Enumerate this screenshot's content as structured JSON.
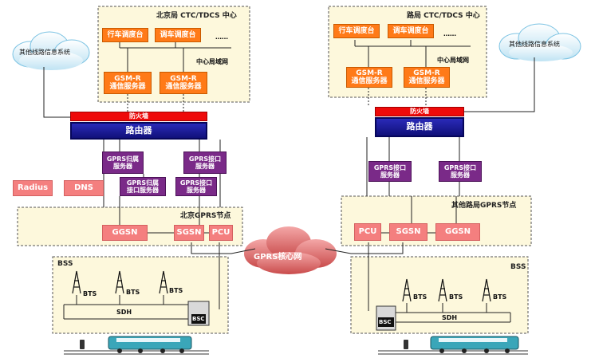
{
  "left_center": {
    "title": "北京局 CTC/TDCS 中心",
    "dispatch_1": "行车调度台",
    "dispatch_2": "调车调度台",
    "ellipsis": "……",
    "lan": "中心局域网",
    "gsmr_1": "GSM-R\n通信服务器",
    "gsmr_2": "GSM-R\n通信服务器"
  },
  "right_center": {
    "title": "路局 CTC/TDCS 中心",
    "dispatch_1": "行车调度台",
    "dispatch_2": "调车调度台",
    "ellipsis": "……",
    "lan": "中心局域网",
    "gsmr_1": "GSM-R\n通信服务器",
    "gsmr_2": "GSM-R\n通信服务器"
  },
  "clouds": {
    "left_other": "其他线路信息系统",
    "right_other": "其他线路信息系统",
    "core": "GPRS核心网"
  },
  "left_net": {
    "firewall": "防火墙",
    "router": "路由器",
    "gprs_home": "GPRS归属\n服务器",
    "gprs_if_top": "GPRS接口\n服务器",
    "radius": "Radius",
    "dns": "DNS",
    "gprs_home_if": "GPRS归属\n接口服务器",
    "gprs_if_bottom": "GPRS接口\n服务器",
    "node_title": "北京GPRS节点",
    "ggsn": "GGSN",
    "sgsn": "SGSN",
    "pcu": "PCU"
  },
  "right_net": {
    "firewall": "防火墙",
    "router": "路由器",
    "gprs_if_1": "GPRS接口\n服务器",
    "gprs_if_2": "GPRS接口\n服务器",
    "node_title": "其他路局GPRS节点",
    "pcu": "PCU",
    "sgsn": "SGSN",
    "ggsn": "GGSN"
  },
  "left_bss": {
    "title": "BSS",
    "bts": "BTS",
    "sdh": "SDH",
    "bsc": "BSC"
  },
  "right_bss": {
    "title": "BSS",
    "bts": "BTS",
    "sdh": "SDH",
    "bsc": "BSC"
  },
  "colors": {
    "dispatch": "#ff7a18",
    "server": "#7a2a88",
    "gprs_node": "#f47f7f",
    "router": "#1a1a9a",
    "firewall": "#ee0a0a",
    "region_fill": "#fdf8dc"
  }
}
